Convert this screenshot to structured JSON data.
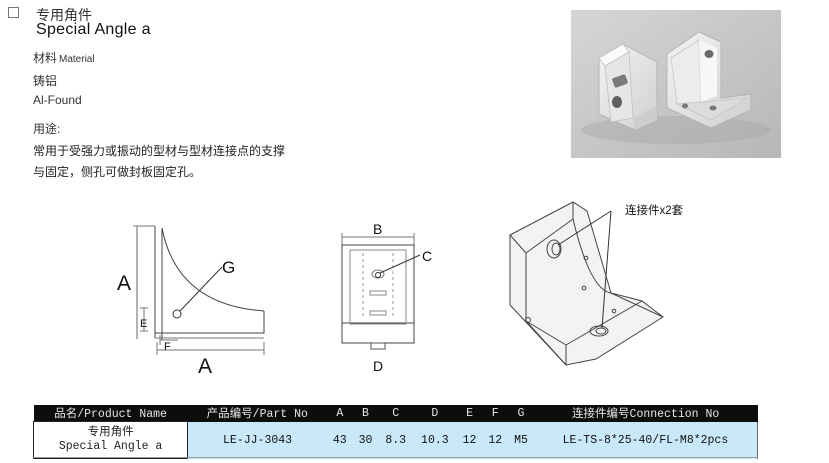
{
  "header": {
    "title_cn": "专用角件",
    "title_en": "Special Angle a"
  },
  "material": {
    "label_cn": "材料",
    "label_en": "Material",
    "value_cn": "铸铝",
    "value_en": "Al-Found"
  },
  "usage": {
    "label": "用途:",
    "line1": "常用于受强力或振动的型材与型材连接点的支撑",
    "line2": "与固定，侧孔可做封板固定孔。"
  },
  "drawings": {
    "side_labels": {
      "a_vertical": "A",
      "a_horizontal": "A",
      "e": "E",
      "f": "F",
      "g": "G"
    },
    "front_labels": {
      "b": "B",
      "c": "C",
      "d": "D"
    },
    "iso_callout": "连接件x2套"
  },
  "table": {
    "headers": [
      "品名/Product Name",
      "产品编号/Part No",
      "A",
      "B",
      "C",
      "D",
      "E",
      "F",
      "G",
      "连接件编号Connection No"
    ],
    "row": {
      "name_cn": "专用角件",
      "name_en": "Special Angle a",
      "part_no": "LE-JJ-3043",
      "a": "43",
      "b": "30",
      "c": "8.3",
      "d": "10.3",
      "e": "12",
      "f": "12",
      "g": "M5",
      "connection_no": "LE-TS-8*25-40/FL-M8*2pcs"
    }
  }
}
